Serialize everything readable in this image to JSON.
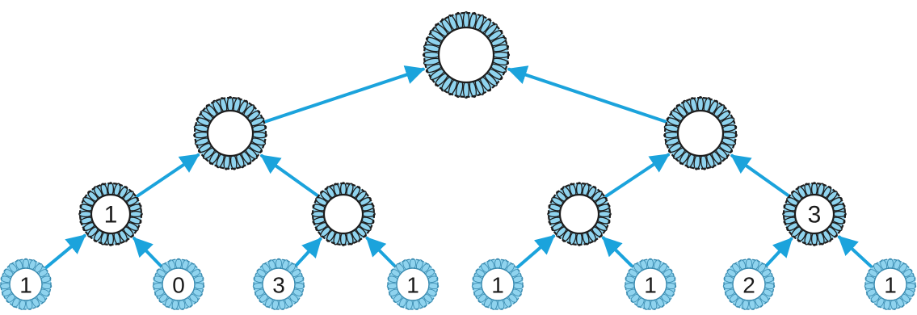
{
  "colors": {
    "edge": "#1ba3dc",
    "petal": "#8fd3ee",
    "petal_dark_outline": "#1d1d1d",
    "node_fill": "#ffffff"
  },
  "tree": {
    "root": {
      "label": ""
    },
    "level1": [
      {
        "label": ""
      },
      {
        "label": ""
      }
    ],
    "level2": [
      {
        "label": "1"
      },
      {
        "label": ""
      },
      {
        "label": ""
      },
      {
        "label": "3"
      }
    ],
    "leaves": [
      {
        "label": "1"
      },
      {
        "label": "0"
      },
      {
        "label": "3"
      },
      {
        "label": "1"
      },
      {
        "label": "1"
      },
      {
        "label": "1"
      },
      {
        "label": "2"
      },
      {
        "label": "1"
      }
    ]
  }
}
